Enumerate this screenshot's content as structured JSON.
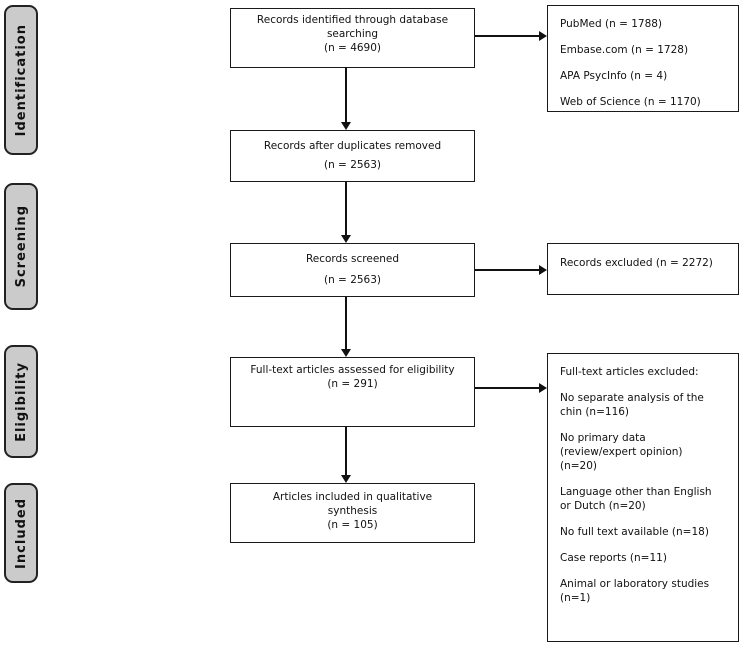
{
  "sidebar": {
    "items": [
      {
        "label": "Identification"
      },
      {
        "label": "Screening"
      },
      {
        "label": "Eligibility"
      },
      {
        "label": "Included"
      }
    ]
  },
  "boxes": {
    "identified": {
      "title": "Records identified through database\nsearching",
      "count": "(n = 4690)"
    },
    "databases": {
      "lines": [
        "PubMed (n = 1788)",
        "Embase.com (n = 1728)",
        "APA PsycInfo (n = 4)",
        "Web of Science (n = 1170)"
      ]
    },
    "duplicates_removed": {
      "title": "Records after duplicates removed",
      "count": "(n = 2563)"
    },
    "screened": {
      "title": "Records screened",
      "count": "(n = 2563)"
    },
    "records_excluded": {
      "text": "Records excluded (n = 2272)"
    },
    "fulltext_assessed": {
      "title": "Full-text articles assessed for eligibility",
      "count": "(n = 291)"
    },
    "fulltext_excluded": {
      "header": "Full-text articles excluded:",
      "reasons": [
        "No separate analysis of the\nchin (n=116)",
        "No primary data\n(review/expert opinion)\n(n=20)",
        "Language other than English\nor Dutch (n=20)",
        "No full text available (n=18)",
        "Case reports (n=11)",
        "Animal or laboratory studies\n(n=1)"
      ]
    },
    "included_qualitative": {
      "title": "Articles included in qualitative\nsynthesis",
      "count": "(n = 105)"
    }
  },
  "colors": {
    "stage_fill": "#cbcbcb",
    "box_border": "#1a1a1a",
    "arrow": "#111111",
    "background": "#ffffff"
  }
}
